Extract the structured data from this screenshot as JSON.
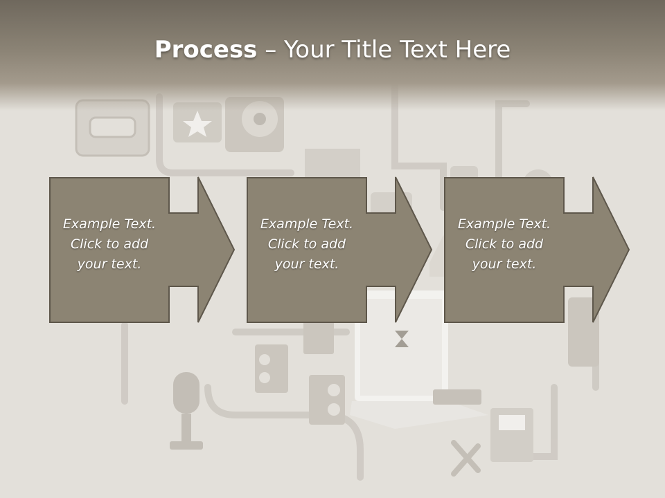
{
  "slide": {
    "title_bold": "Process",
    "title_rest": " – Your Title Text Here"
  },
  "steps": [
    {
      "text": "Example Text.\nClick  to add\nyour text."
    },
    {
      "text": "Example Text.\nClick  to add\nyour text."
    },
    {
      "text": "Example Text.\nClick  to add\nyour text."
    }
  ],
  "colors": {
    "box_fill": "#8c8473",
    "box_border": "#5e574b",
    "header": "#776f63",
    "background": "#e3e0da"
  },
  "background_icons": [
    "cassette-icon",
    "star-icon",
    "speaker-icon",
    "microphone-icon",
    "laptop-icon",
    "floppy-disk-icon",
    "tools-icon",
    "thumbs-up-icon",
    "house-icon",
    "hourglass-icon"
  ]
}
